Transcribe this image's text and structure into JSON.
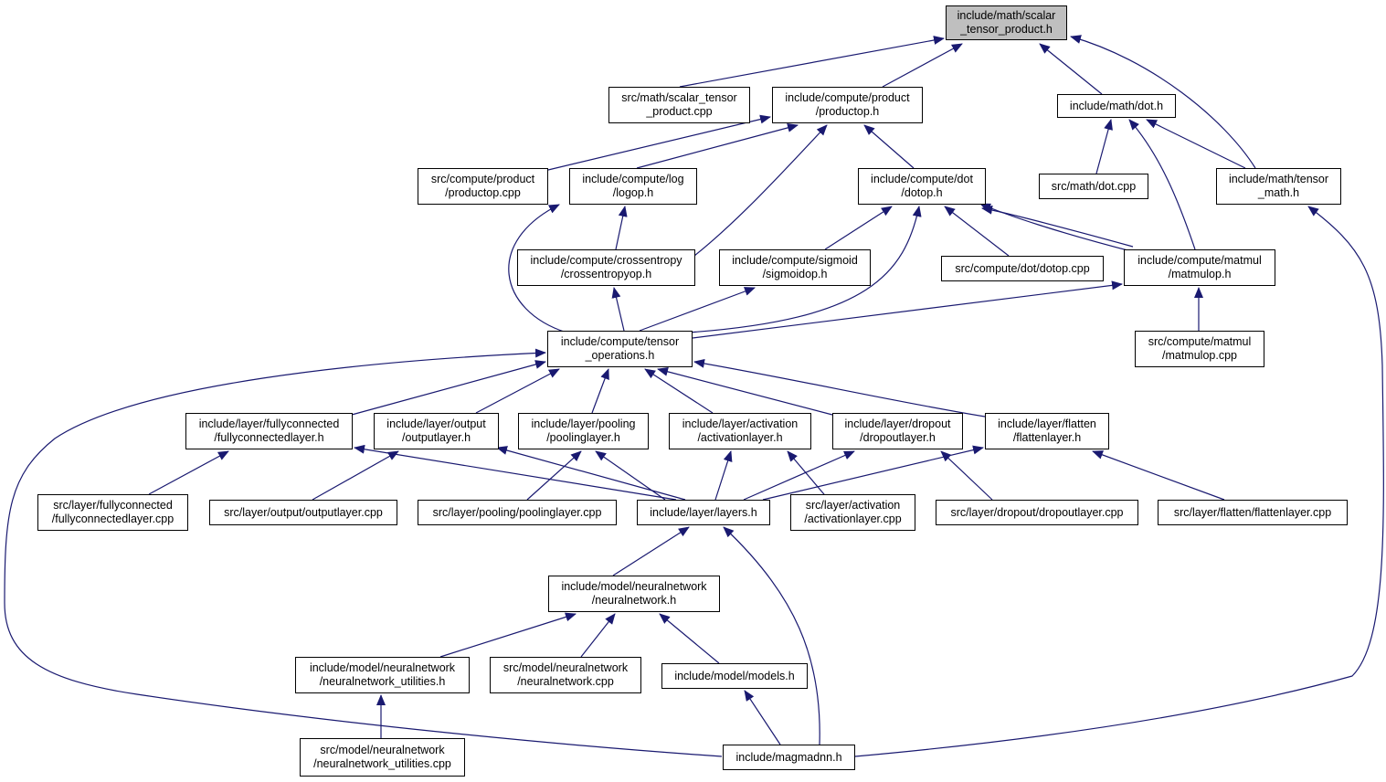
{
  "colors": {
    "edge": "#191970",
    "root_fill": "#bfbfbf",
    "node_fill": "#ffffff",
    "border": "#000000"
  },
  "nodes": {
    "scalar_tensor_product_h": {
      "lines": [
        "include/math/scalar",
        "_tensor_product.h"
      ],
      "root": true
    },
    "scalar_tensor_product_cpp": {
      "lines": [
        "src/math/scalar_tensor",
        "_product.cpp"
      ]
    },
    "productop_h": {
      "lines": [
        "include/compute/product",
        "/productop.h"
      ]
    },
    "dot_h": {
      "lines": [
        "include/math/dot.h"
      ]
    },
    "productop_cpp": {
      "lines": [
        "src/compute/product",
        "/productop.cpp"
      ]
    },
    "logop_h": {
      "lines": [
        "include/compute/log",
        "/logop.h"
      ]
    },
    "dotop_h": {
      "lines": [
        "include/compute/dot",
        "/dotop.h"
      ]
    },
    "dot_cpp": {
      "lines": [
        "src/math/dot.cpp"
      ]
    },
    "tensor_math_h": {
      "lines": [
        "include/math/tensor",
        "_math.h"
      ]
    },
    "crossentropyop_h": {
      "lines": [
        "include/compute/crossentropy",
        "/crossentropyop.h"
      ]
    },
    "sigmoidop_h": {
      "lines": [
        "include/compute/sigmoid",
        "/sigmoidop.h"
      ]
    },
    "dotop_cpp": {
      "lines": [
        "src/compute/dot/dotop.cpp"
      ]
    },
    "matmulop_h": {
      "lines": [
        "include/compute/matmul",
        "/matmulop.h"
      ]
    },
    "tensor_operations_h": {
      "lines": [
        "include/compute/tensor",
        "_operations.h"
      ]
    },
    "matmulop_cpp": {
      "lines": [
        "src/compute/matmul",
        "/matmulop.cpp"
      ]
    },
    "fullyconnectedlayer_h": {
      "lines": [
        "include/layer/fullyconnected",
        "/fullyconnectedlayer.h"
      ]
    },
    "outputlayer_h": {
      "lines": [
        "include/layer/output",
        "/outputlayer.h"
      ]
    },
    "poolinglayer_h": {
      "lines": [
        "include/layer/pooling",
        "/poolinglayer.h"
      ]
    },
    "activationlayer_h": {
      "lines": [
        "include/layer/activation",
        "/activationlayer.h"
      ]
    },
    "dropoutlayer_h": {
      "lines": [
        "include/layer/dropout",
        "/dropoutlayer.h"
      ]
    },
    "flattenlayer_h": {
      "lines": [
        "include/layer/flatten",
        "/flattenlayer.h"
      ]
    },
    "fullyconnectedlayer_cpp": {
      "lines": [
        "src/layer/fullyconnected",
        "/fullyconnectedlayer.cpp"
      ]
    },
    "outputlayer_cpp": {
      "lines": [
        "src/layer/output/outputlayer.cpp"
      ]
    },
    "poolinglayer_cpp": {
      "lines": [
        "src/layer/pooling/poolinglayer.cpp"
      ]
    },
    "layers_h": {
      "lines": [
        "include/layer/layers.h"
      ]
    },
    "activationlayer_cpp": {
      "lines": [
        "src/layer/activation",
        "/activationlayer.cpp"
      ]
    },
    "dropoutlayer_cpp": {
      "lines": [
        "src/layer/dropout/dropoutlayer.cpp"
      ]
    },
    "flattenlayer_cpp": {
      "lines": [
        "src/layer/flatten/flattenlayer.cpp"
      ]
    },
    "neuralnetwork_h": {
      "lines": [
        "include/model/neuralnetwork",
        "/neuralnetwork.h"
      ]
    },
    "neuralnetwork_utilities_h": {
      "lines": [
        "include/model/neuralnetwork",
        "/neuralnetwork_utilities.h"
      ]
    },
    "neuralnetwork_cpp": {
      "lines": [
        "src/model/neuralnetwork",
        "/neuralnetwork.cpp"
      ]
    },
    "models_h": {
      "lines": [
        "include/model/models.h"
      ]
    },
    "neuralnetwork_utilities_cpp": {
      "lines": [
        "src/model/neuralnetwork",
        "/neuralnetwork_utilities.cpp"
      ]
    },
    "magmadnn_h": {
      "lines": [
        "include/magmadnn.h"
      ]
    }
  }
}
